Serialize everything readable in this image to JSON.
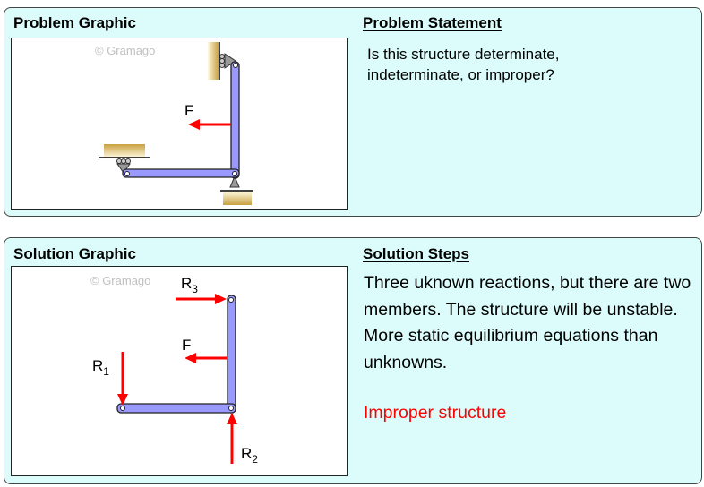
{
  "problem": {
    "graphic_title": "Problem Graphic",
    "statement_title": "Problem Statement",
    "statement": "Is this structure determinate, indeterminate, or improper?",
    "watermark": "© Gramago",
    "force_label": "F"
  },
  "solution": {
    "graphic_title": "Solution Graphic",
    "steps_title": "Solution Steps",
    "steps": "Three uknown reactions, but there are two members. The structure will be unstable. More static equilibrium equations than unknowns.",
    "answer": "Improper structure",
    "watermark": "© Gramago",
    "force_label": "F",
    "reactions": [
      {
        "base": "R",
        "sub": "1"
      },
      {
        "base": "R",
        "sub": "2"
      },
      {
        "base": "R",
        "sub": "3"
      }
    ]
  },
  "colors": {
    "member": "#9999ff",
    "force": "#ff0000",
    "panel": "#dcfcfc",
    "ground": "#c8a040"
  }
}
